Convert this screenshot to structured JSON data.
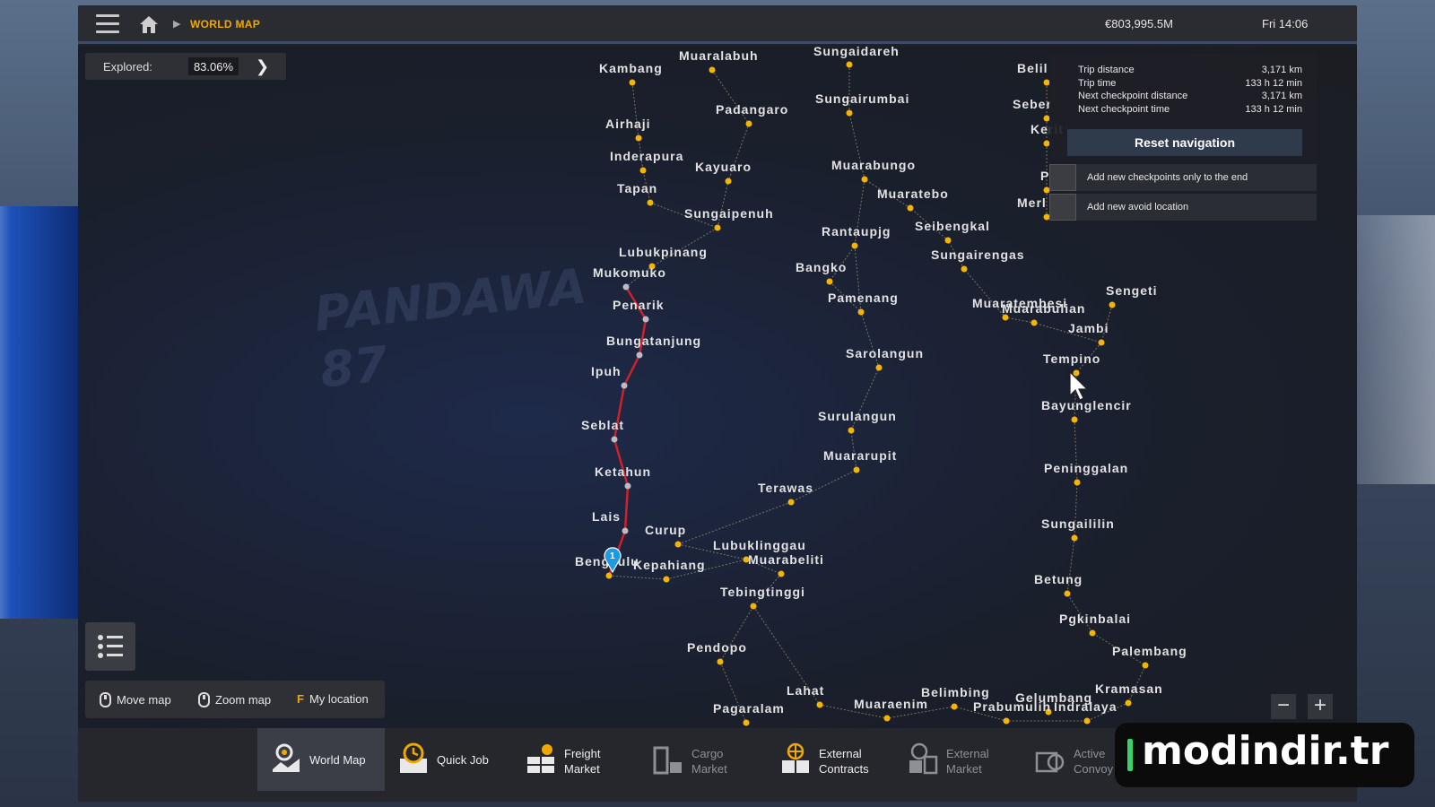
{
  "header": {
    "breadcrumb": "WORLD MAP",
    "money": "€803,995.5M",
    "time": "Fri 14:06"
  },
  "explored": {
    "label": "Explored:",
    "value": "83.06%"
  },
  "navigation": {
    "rows": [
      {
        "label": "Trip distance",
        "value": "3,171 km"
      },
      {
        "label": "Trip time",
        "value": "133 h 12 min"
      },
      {
        "label": "Next checkpoint distance",
        "value": "3,171 km"
      },
      {
        "label": "Next checkpoint time",
        "value": "133 h 12 min"
      }
    ],
    "reset_label": "Reset navigation",
    "options": [
      {
        "label": "Add new checkpoints only to the end",
        "checked": false
      },
      {
        "label": "Add new avoid location",
        "checked": false
      }
    ]
  },
  "map": {
    "cities": [
      "Kambang",
      "Muaralabuh",
      "Sungaidareh",
      "Airhaji",
      "Padangaro",
      "Sungairumbai",
      "Inderapura",
      "Kayuaro",
      "Muarabungo",
      "Tapan",
      "Muaratebo",
      "Sungaipenuh",
      "Rantaupjg",
      "Seibengkal",
      "Lubukpinang",
      "Bangko",
      "Sungairengas",
      "Mukomuko",
      "Pamenang",
      "Muaratembesi",
      "Muarabulian",
      "Sengeti",
      "Penarik",
      "Jambi",
      "Bungatanjung",
      "Sarolangun",
      "Tempino",
      "Ipuh",
      "Bayunglencir",
      "Seblat",
      "Surulangun",
      "Ketahun",
      "Muararupit",
      "Peninggalan",
      "Terawas",
      "Lais",
      "Curup",
      "Lubuklinggau",
      "Muarabeliti",
      "Sungaililin",
      "Bengkulu",
      "Kepahiang",
      "Betung",
      "Tebingtinggi",
      "Pgkinbalai",
      "Pendopo",
      "Palembang",
      "Lahat",
      "Belimbing",
      "Pagaralam",
      "Muaraenim",
      "Gelumbang",
      "Kramasan",
      "Prabumulih",
      "Indralaya",
      "Belil",
      "Seber",
      "Kerit",
      "P",
      "Merl"
    ],
    "route_marker": "1"
  },
  "controls": {
    "move_map": "Move map",
    "zoom_map": "Zoom map",
    "my_location_key": "F",
    "my_location": "My location",
    "zoom_out": "−",
    "zoom_in": "+"
  },
  "dock": [
    {
      "line1": "World Map",
      "line2": ""
    },
    {
      "line1": "Quick Job",
      "line2": ""
    },
    {
      "line1": "Freight",
      "line2": "Market"
    },
    {
      "line1": "Cargo",
      "line2": "Market"
    },
    {
      "line1": "External",
      "line2": "Contracts"
    },
    {
      "line1": "External",
      "line2": "Market"
    },
    {
      "line1": "Active",
      "line2": "Convoy"
    }
  ],
  "watermark": "modindir.tr",
  "colors": {
    "accent": "#f0a800",
    "route": "#d0202a",
    "city_dot": "#f5b400"
  }
}
